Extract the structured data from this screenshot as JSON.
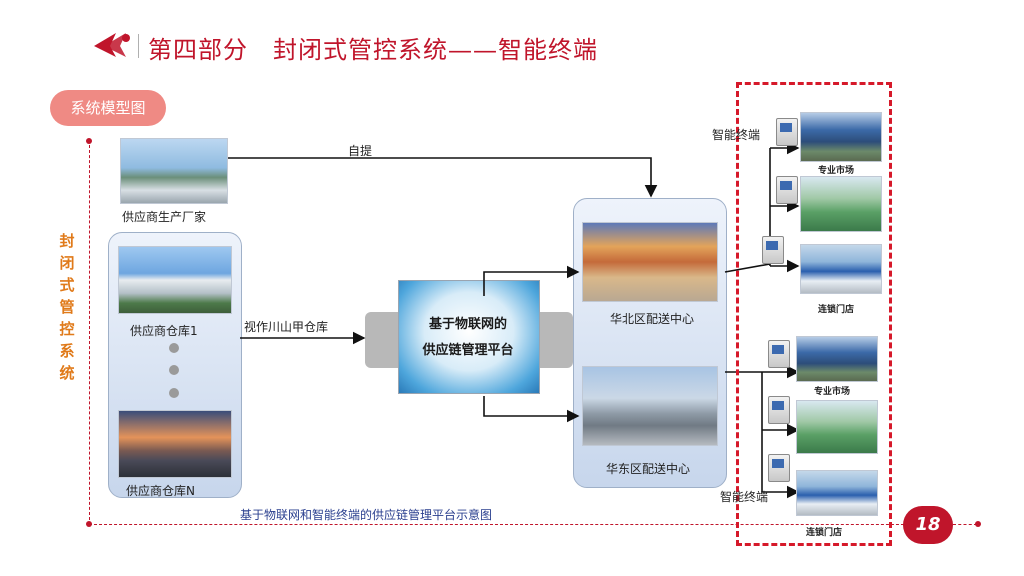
{
  "header": {
    "title": "第四部分　封闭式管控系统——智能终端",
    "brand_color": "#c0152b"
  },
  "badge": {
    "label": "系统模型图"
  },
  "side_label": {
    "text": "封闭式管控系统"
  },
  "diagram": {
    "supplier_factory": "供应商生产厂家",
    "self_pickup": "自提",
    "warehouse_1": "供应商仓库1",
    "warehouse_n": "供应商仓库N",
    "deemed_warehouse": "视作川山甲仓库",
    "platform_line1": "基于物联网的",
    "platform_line2": "供应链管理平台",
    "dc_north": "华北区配送中心",
    "dc_east": "华东区配送中心",
    "smart_terminal_top": "智能终端",
    "smart_terminal_bottom": "智能终端",
    "store_market_1": "专业市场",
    "store_chain_1": "连锁门店",
    "store_market_2": "专业市场",
    "store_chain_2": "连锁门店"
  },
  "caption": "基于物联网和智能终端的供应链管理平台示意图",
  "page_number": "18",
  "colors": {
    "accent": "#c0152b",
    "side_label": "#e07a1a",
    "terminal_frame": "#d6192a",
    "caption": "#2a3f8f"
  }
}
